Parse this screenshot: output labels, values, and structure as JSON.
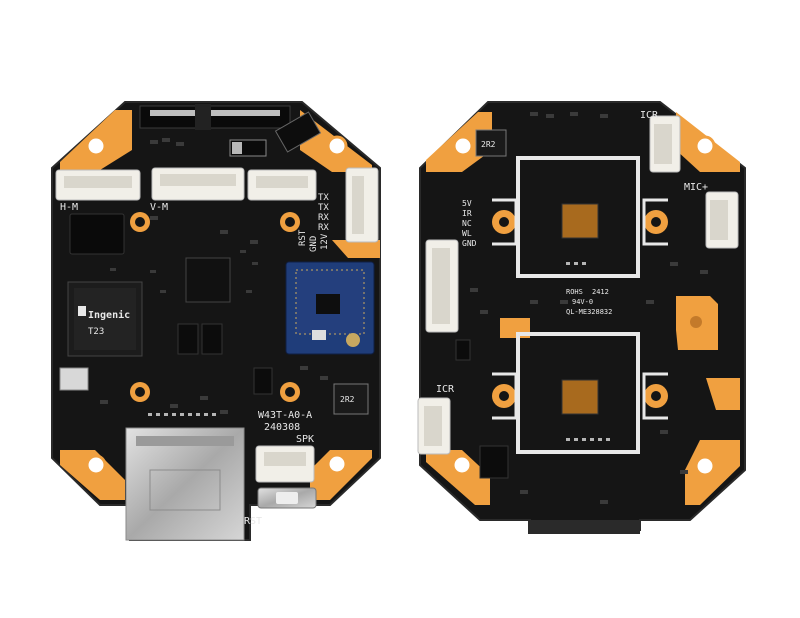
{
  "colors": {
    "board": "#151515",
    "board_edge": "#2a2a2a",
    "copper_pad": "#f0a040",
    "silkscreen": "#e8e8e8",
    "connector": "#f1efe8",
    "wifi_module": "#1f3d7a",
    "metal": "#c9c9c9"
  },
  "left_board": {
    "chip_brand": "Ingenic",
    "chip_model": "T23",
    "labels": {
      "h_m": "H-M",
      "v_m": "V-M",
      "tx1": "TX",
      "tx2": "TX",
      "rx1": "RX",
      "rx2": "RX",
      "rst": "RST",
      "gnd": "GND",
      "v12": "12V",
      "model": "W43T-A0-A",
      "date": "240308",
      "spk": "SPK",
      "rst_bottom": "RST",
      "inductor": "2R2"
    }
  },
  "right_board": {
    "labels": {
      "icr_top": "ICR",
      "icr_bottom": "ICR",
      "mic": "MIC+",
      "v5": "5V",
      "ir": "IR",
      "nc": "NC",
      "wl": "WL",
      "gnd": "GND",
      "inductor": "2R2",
      "rohs": "ROHS",
      "rohs_code": "2412",
      "v0": "94V-0",
      "ql": "QL-ME328832"
    }
  }
}
